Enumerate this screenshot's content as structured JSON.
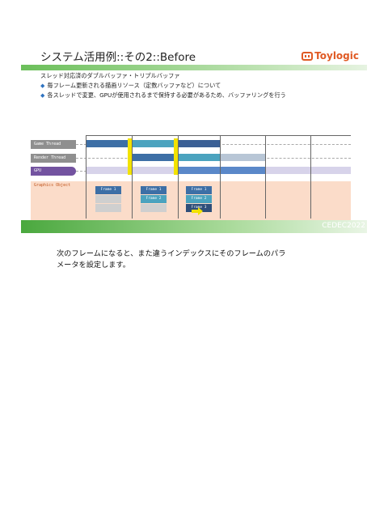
{
  "slide": {
    "title": "システム活用例::その2::Before",
    "logo": "Toylogic",
    "intro": "スレッド対応済のダブルバッファ・トリプルバッファ",
    "bullets": [
      "毎フレーム更新される描画リソース（定数バッファなど）について",
      "各スレッドで変更、GPUが使用されるまで保持する必要があるため、バッファリングを行う"
    ],
    "lanes": [
      "Game Thread",
      "Render Thread",
      "GPU"
    ],
    "graphics_label": "Graphics Object",
    "frame_columns": [
      [
        "Frame 1",
        "",
        ""
      ],
      [
        "Frame 1",
        "Frame 2",
        ""
      ],
      [
        "Frame 1",
        "Frame 2",
        "Frame 3"
      ]
    ],
    "event": {
      "name": "CEDEC",
      "year": "2022"
    },
    "colors": {
      "accent": "#e05a24",
      "green": "#4aa83e",
      "yellow": "#f2e200",
      "game": "#3d6fa6",
      "render": "#4ba3bf",
      "gpu": "#5a88c9"
    }
  },
  "caption": {
    "line1": "次のフレームになると、また違うインデックスにそのフレームのパラ",
    "line2": "メータを設定します。"
  }
}
